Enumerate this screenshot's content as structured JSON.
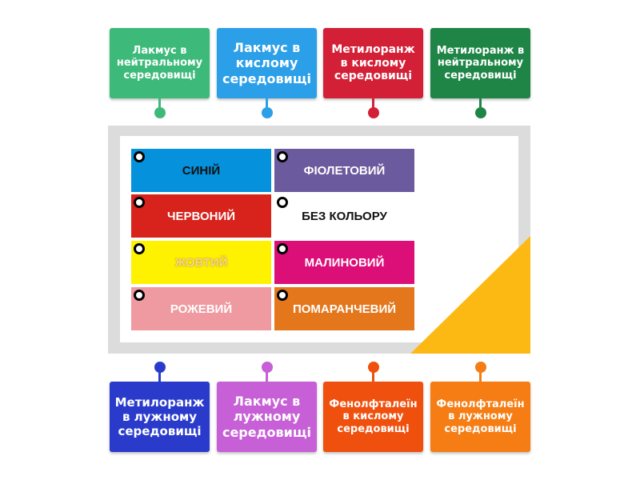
{
  "top_labels": [
    {
      "text": "Лакмус в нейтральному середовищі",
      "color": "#3dba7a"
    },
    {
      "text": "Лакмус в кислому середовищі",
      "color": "#2b9fe8"
    },
    {
      "text": "Метилоранж в кислому середовищі",
      "color": "#d42036"
    },
    {
      "text": "Метилоранж в нейтральному середовищі",
      "color": "#1e8547"
    }
  ],
  "bottom_labels": [
    {
      "text": "Метилоранж в лужному середовищі",
      "color": "#2a3bcc"
    },
    {
      "text": "Лакмус в лужному середовищі",
      "color": "#c75fd6"
    },
    {
      "text": "Фенолфталеїн в кислому середовищі",
      "color": "#f0500e"
    },
    {
      "text": "Фенолфталеїн в лужному середовищі",
      "color": "#f57d14"
    }
  ],
  "image_cells": [
    {
      "text": "СИНІЙ",
      "bg": "#0591dc",
      "fg": "#111111"
    },
    {
      "text": "ФІОЛЕТОВИЙ",
      "bg": "#6c5a9e",
      "fg": "#ffffff"
    },
    {
      "text": "ЧЕРВОНИЙ",
      "bg": "#d8221c",
      "fg": "#ffffff"
    },
    {
      "text": "БЕЗ КОЛЬОРУ",
      "bg": "#ffffff",
      "fg": "#111111"
    },
    {
      "text": "ЖОВТИЙ",
      "bg": "#fff200",
      "fg": "#f3d98a"
    },
    {
      "text": "МАЛИНОВИЙ",
      "bg": "#dc0f78",
      "fg": "#ffffff"
    },
    {
      "text": "РОЖЕВИЙ",
      "bg": "#ef9aa0",
      "fg": "#ffffff"
    },
    {
      "text": "ПОМАРАНЧЕВИЙ",
      "bg": "#e4771c",
      "fg": "#ffffff"
    }
  ]
}
